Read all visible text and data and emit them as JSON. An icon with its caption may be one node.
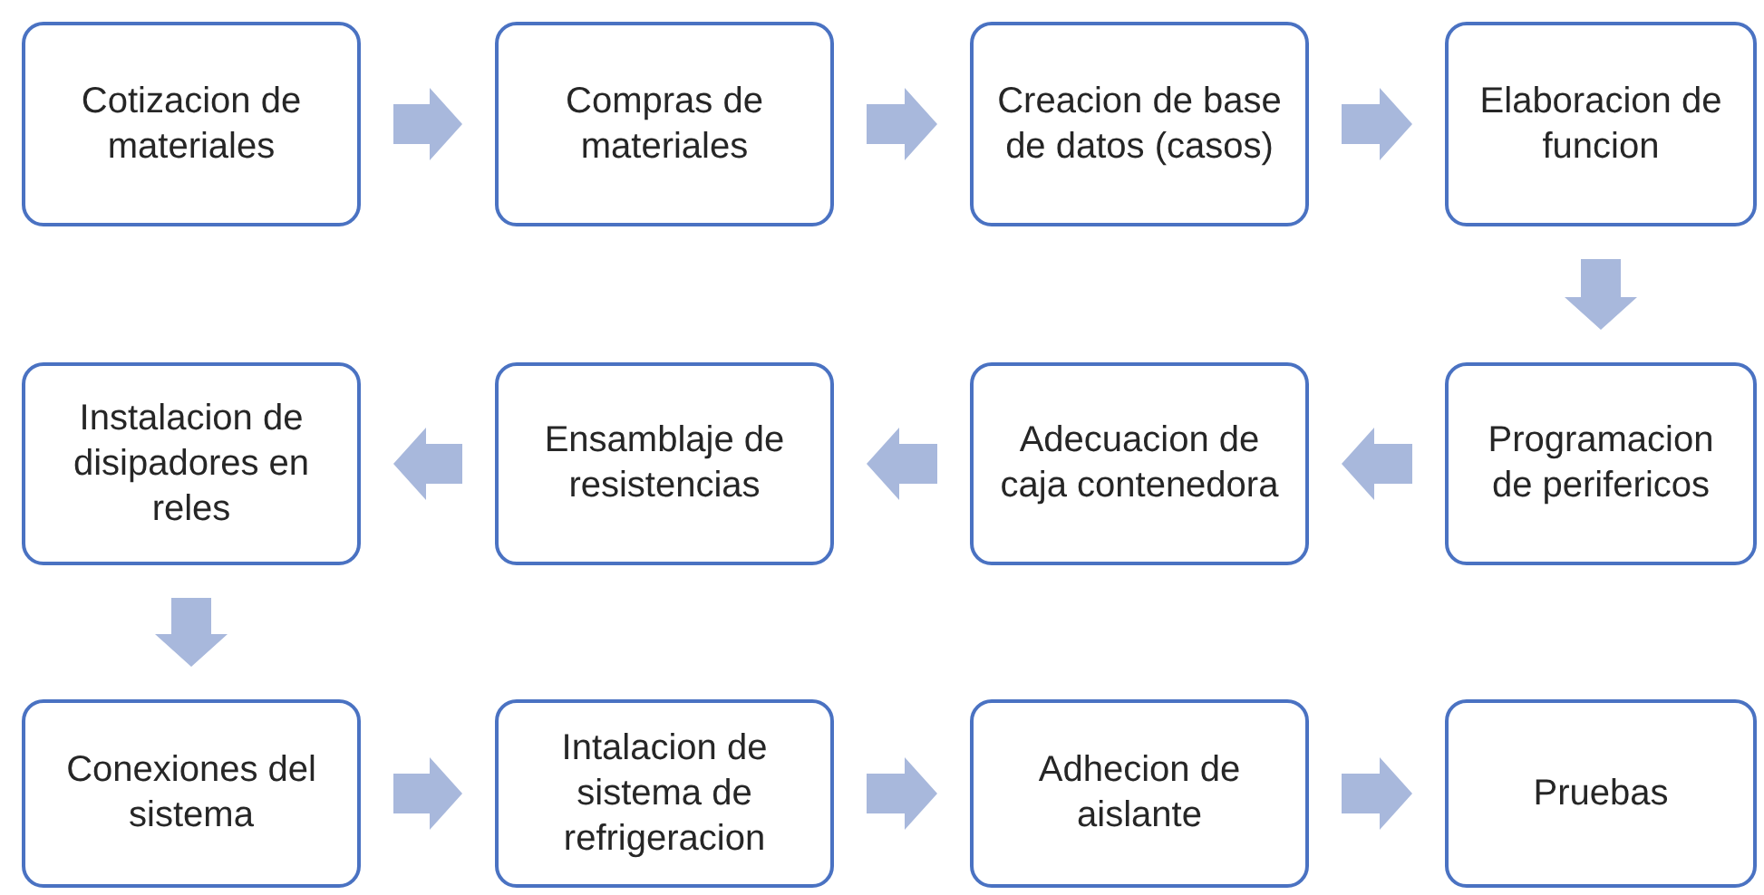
{
  "diagram": {
    "nodes": [
      {
        "text": [
          "Cotizacion de materiales"
        ]
      },
      {
        "text": [
          "Compras de materiales"
        ]
      },
      {
        "text": [
          "Creacion de base de datos (casos)"
        ]
      },
      {
        "text": [
          "Elaboracion de funcion"
        ]
      },
      {
        "text": [
          "Instalacion de disipadores en reles"
        ]
      },
      {
        "text": [
          "Ensamblaje de resistencias"
        ]
      },
      {
        "text": [
          "Adecuacion de caja contenedora"
        ]
      },
      {
        "text": [
          "Programacion de perifericos"
        ]
      },
      {
        "text": [
          "Conexiones del sistema"
        ]
      },
      {
        "text": [
          "Intalacion de sistema de refrigeracion"
        ]
      },
      {
        "text": [
          "Adhecion de aislante"
        ]
      },
      {
        "text": [
          "Pruebas"
        ]
      }
    ],
    "edges": [
      {
        "from": 0,
        "to": 1,
        "arrow": "to"
      },
      {
        "from": 1,
        "to": 2,
        "arrow": "to"
      },
      {
        "from": 2,
        "to": 3,
        "arrow": "to"
      },
      {
        "from": 3,
        "to": 7,
        "arrow": "to"
      },
      {
        "from": 7,
        "to": 6,
        "arrow": "to"
      },
      {
        "from": 6,
        "to": 5,
        "arrow": "to"
      },
      {
        "from": 5,
        "to": 4,
        "arrow": "to"
      },
      {
        "from": 4,
        "to": 8,
        "arrow": "to"
      },
      {
        "from": 8,
        "to": 9,
        "arrow": "to"
      },
      {
        "from": 9,
        "to": 10,
        "arrow": "to"
      },
      {
        "from": 10,
        "to": 11,
        "arrow": "to"
      }
    ]
  }
}
